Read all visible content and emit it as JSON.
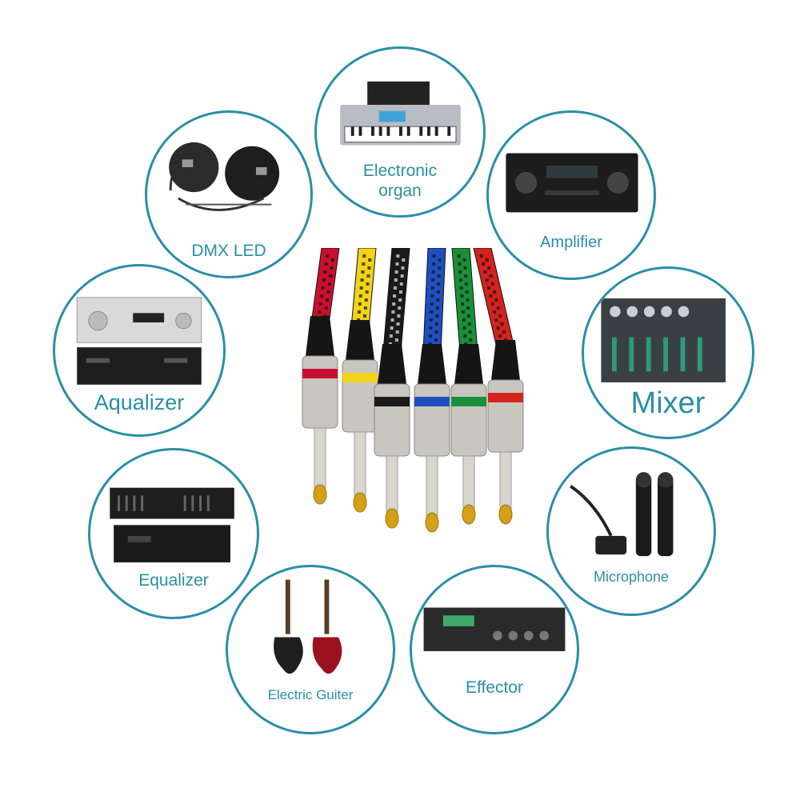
{
  "devices": {
    "electronic_organ": {
      "label_line1": "Electronic",
      "label_line2": "organ"
    },
    "dmx_led": {
      "label": "DMX LED"
    },
    "amplifier": {
      "label": "Amplifier"
    },
    "aqualizer": {
      "label": "Aqualizer"
    },
    "mixer": {
      "label": "Mixer"
    },
    "equalizer": {
      "label": "Equalizer"
    },
    "microphone": {
      "label": "Microphone"
    },
    "electric_guiter": {
      "label": "Electric Guiter"
    },
    "effector": {
      "label": "Effector"
    }
  },
  "colors": {
    "ring": "#2a8fa6",
    "cable_colors": [
      "#c8102e",
      "#f2d21b",
      "#1a1a1a",
      "#1f4fbf",
      "#1a8f3a",
      "#d4231e"
    ]
  }
}
